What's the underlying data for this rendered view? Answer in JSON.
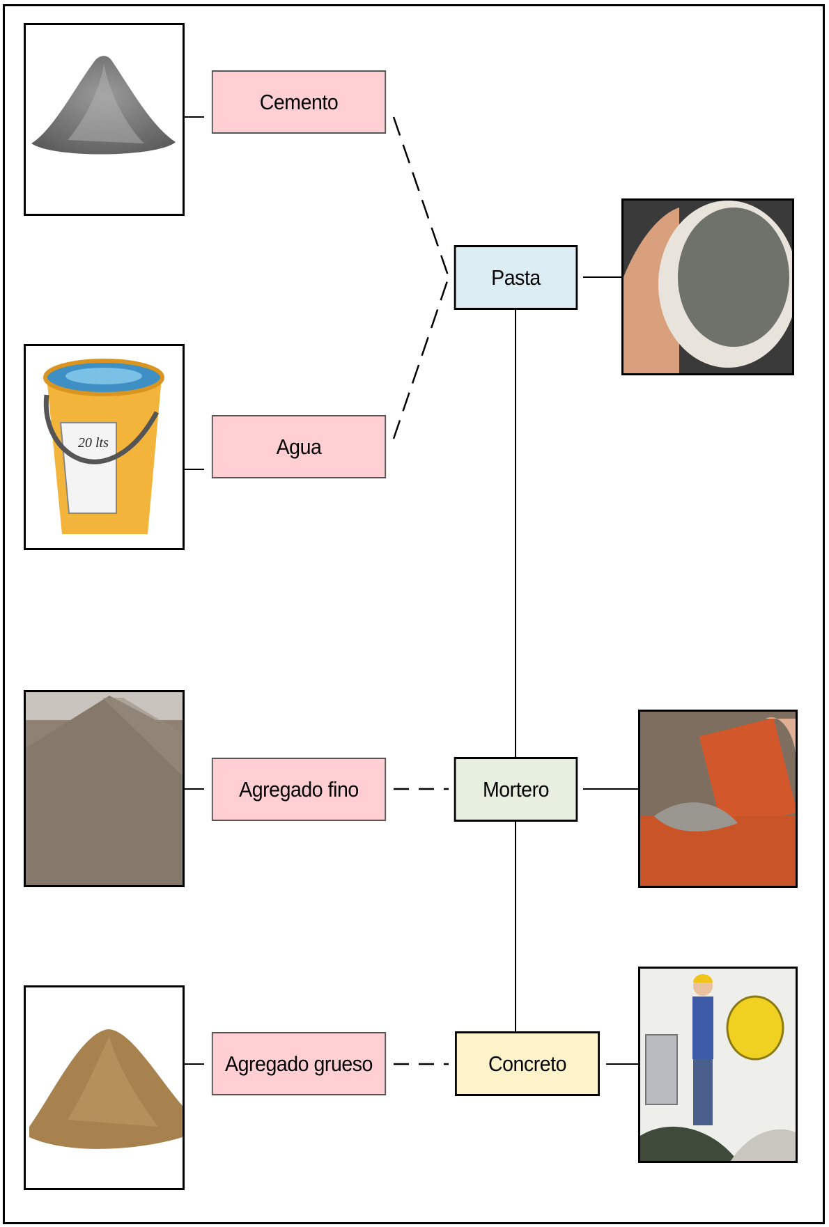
{
  "ingredients": {
    "cemento": "Cemento",
    "agua": "Agua",
    "agregado_fino": "Agregado fino",
    "agregado_grueso": "Agregado grueso"
  },
  "products": {
    "pasta": "Pasta",
    "mortero": "Mortero",
    "concreto": "Concreto"
  },
  "bucket_label": "20 lts",
  "colors": {
    "ingredient_fill": "#ffcfd3",
    "pasta_fill": "#dceef4",
    "mortero_fill": "#e6efe0",
    "concreto_fill": "#fff3cc"
  }
}
